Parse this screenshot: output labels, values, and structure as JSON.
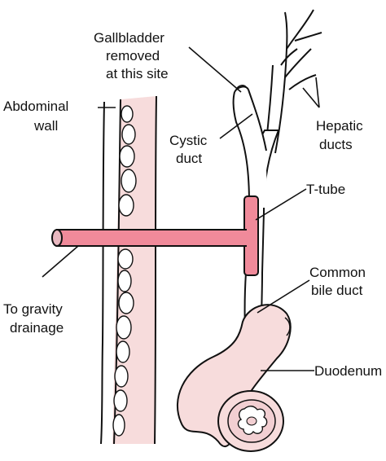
{
  "labels": {
    "gallbladder_line1": "Gallbladder",
    "gallbladder_line2": "removed",
    "gallbladder_line3": "at this site",
    "abdominal_line1": "Abdominal",
    "abdominal_line2": "wall",
    "cystic_line1": "Cystic",
    "cystic_line2": "duct",
    "hepatic_line1": "Hepatic",
    "hepatic_line2": "ducts",
    "ttube": "T-tube",
    "common_line1": "Common",
    "common_line2": "bile duct",
    "gravity_line1": "To gravity",
    "gravity_line2": "drainage",
    "duodenum": "Duodenum"
  },
  "colors": {
    "outline": "#111111",
    "tissue_pink": "#f7dcdc",
    "tube_pink": "#f08a9a",
    "lumen_pink": "#e9b8c0",
    "fat_fill": "#ffffff"
  }
}
